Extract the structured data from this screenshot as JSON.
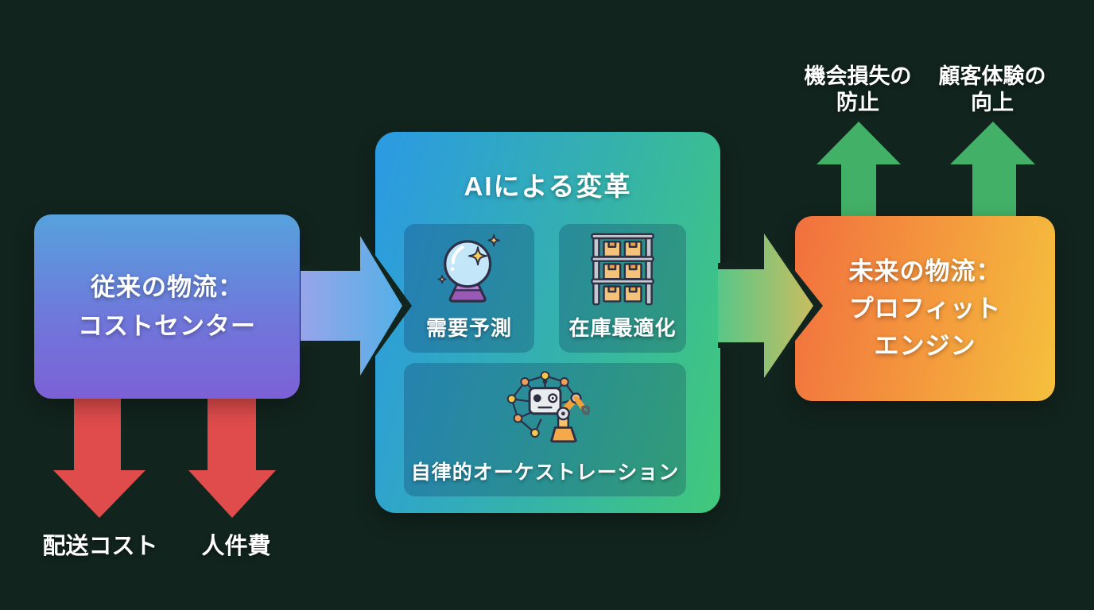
{
  "background_color": "#12241e",
  "left_box": {
    "lines": [
      "従来の物流：",
      "コストセンター"
    ],
    "gradient": [
      "#57a2dd",
      "#7c60d6"
    ]
  },
  "center_box": {
    "title": "AIによる変革",
    "gradient": [
      "#2b9ae4",
      "#41c97a"
    ],
    "items": [
      {
        "label": "需要予測",
        "icon": "crystal-ball-icon"
      },
      {
        "label": "在庫最適化",
        "icon": "warehouse-shelf-icon"
      },
      {
        "label": "自律的オーケストレーション",
        "icon": "robot-network-icon"
      }
    ]
  },
  "right_box": {
    "lines": [
      "未来の物流：",
      "プロフィット",
      "エンジン"
    ],
    "gradient": [
      "#f1703e",
      "#f5c03d"
    ]
  },
  "flow_arrows": {
    "left_to_center_gradient": [
      "#97a5e9",
      "#54b0e8"
    ],
    "center_to_right_gradient": [
      "#58c788",
      "#c9bd5f"
    ]
  },
  "cost_arrows": {
    "color": "#e04c4c",
    "labels": [
      "配送コスト",
      "人件費"
    ]
  },
  "benefit_arrows": {
    "color": "#42b066",
    "labels": [
      [
        "機会損失の",
        "防止"
      ],
      [
        "顧客体験の",
        "向上"
      ]
    ]
  }
}
